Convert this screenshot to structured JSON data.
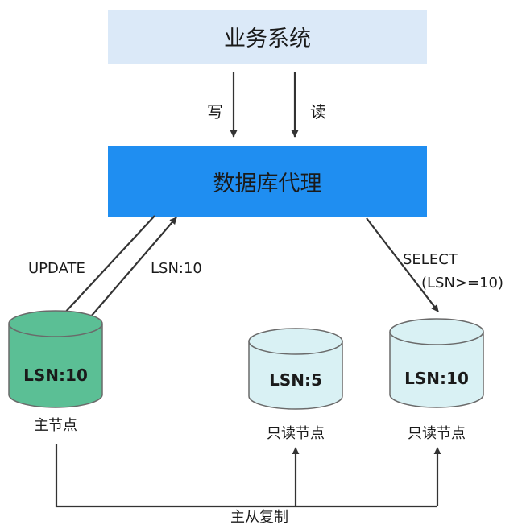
{
  "business_system": {
    "label": "业务系统"
  },
  "db_proxy": {
    "label": "数据库代理"
  },
  "edges": {
    "write": "写",
    "read": "读",
    "update": "UPDATE",
    "lsn_return": "LSN:10",
    "select_line1": "SELECT",
    "select_line2": "(LSN>=10)",
    "replication": "主从复制"
  },
  "nodes": {
    "primary": {
      "lsn": "LSN:10",
      "caption": "主节点"
    },
    "replica_1": {
      "lsn": "LSN:5",
      "caption": "只读节点"
    },
    "replica_2": {
      "lsn": "LSN:10",
      "caption": "只读节点"
    }
  },
  "colors": {
    "business_system_fill": "#dbe9f8",
    "db_proxy_fill": "#1f8ef1",
    "primary_fill": "#5bbf95",
    "replica_fill": "#d9f1f4",
    "cylinder_stroke": "#6a6a6a",
    "arrow": "#333333"
  }
}
